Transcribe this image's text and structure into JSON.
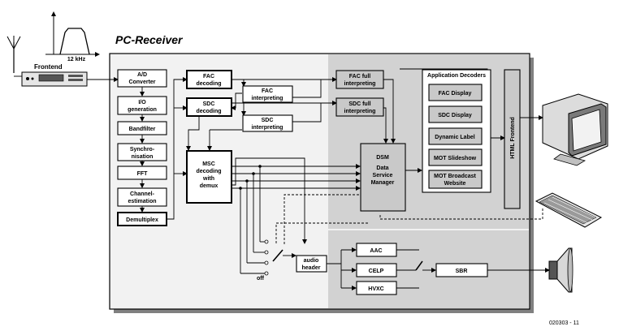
{
  "title": "PC-Receiver",
  "frontend_label": "Frontend",
  "spectrum_label": "12 kHz",
  "blocks": {
    "ad_converter": [
      "A/D",
      "Converter"
    ],
    "io_generation": [
      "I/O",
      "generation"
    ],
    "bandfilter": [
      "Bandfilter"
    ],
    "synchronisation": [
      "Synchro-",
      "nisation"
    ],
    "fft": [
      "FFT"
    ],
    "channel_estimation": [
      "Channel-",
      "estimation"
    ],
    "demultiplex": [
      "Demultiplex"
    ],
    "fac_decoding": [
      "FAC",
      "decoding"
    ],
    "sdc_decoding": [
      "SDC",
      "decoding"
    ],
    "fac_interpreting": [
      "FAC",
      "interpreting"
    ],
    "sdc_interpreting": [
      "SDC",
      "interpreting"
    ],
    "msc_decoding": [
      "MSC",
      "decoding",
      "with",
      "demux"
    ],
    "fac_full": [
      "FAC full",
      "interpreting"
    ],
    "sdc_full": [
      "SDC full",
      "interpreting"
    ],
    "dsm": [
      "DSM",
      "Data",
      "Service",
      "Manager"
    ],
    "app_decoders_title": [
      "Application Decoders"
    ],
    "fac_display": [
      "FAC Display"
    ],
    "sdc_display": [
      "SDC Display"
    ],
    "dynamic_label": [
      "Dynamic Label"
    ],
    "mot_slideshow": [
      "MOT Slideshow"
    ],
    "mot_broadcast": [
      "MOT Broadcast",
      "Website"
    ],
    "html_frontend": [
      "HTML Frontend"
    ],
    "aac": [
      "AAC"
    ],
    "celp": [
      "CELP"
    ],
    "hvxc": [
      "HVXC"
    ],
    "sbr": [
      "SBR"
    ],
    "audio_header": [
      "audio",
      "header"
    ]
  },
  "switch_off_label": "off",
  "figure_code": "020303 - 11"
}
